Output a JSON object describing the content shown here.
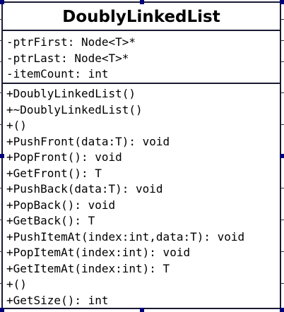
{
  "class_box": {
    "name": "DoublyLinkedList",
    "attributes": [
      "-ptrFirst: Node<T>*",
      "-ptrLast: Node<T>*",
      "-itemCount: int"
    ],
    "methods": [
      "+DoublyLinkedList()",
      "+~DoublyLinkedList()",
      "+()",
      "+PushFront(data:T): void",
      "+PopFront(): void",
      "+GetFront(): T",
      "+PushBack(data:T): void",
      "+PopBack(): void",
      "+GetBack(): T",
      "+PushItemAt(index:int,data:T): void",
      "+PopItemAt(index:int): void",
      "+GetItemAt(index:int): T",
      "+()",
      "+GetSize(): int"
    ]
  },
  "colors": {
    "border": "#1a1a33",
    "handle": "#00007a",
    "text": "#000000"
  }
}
